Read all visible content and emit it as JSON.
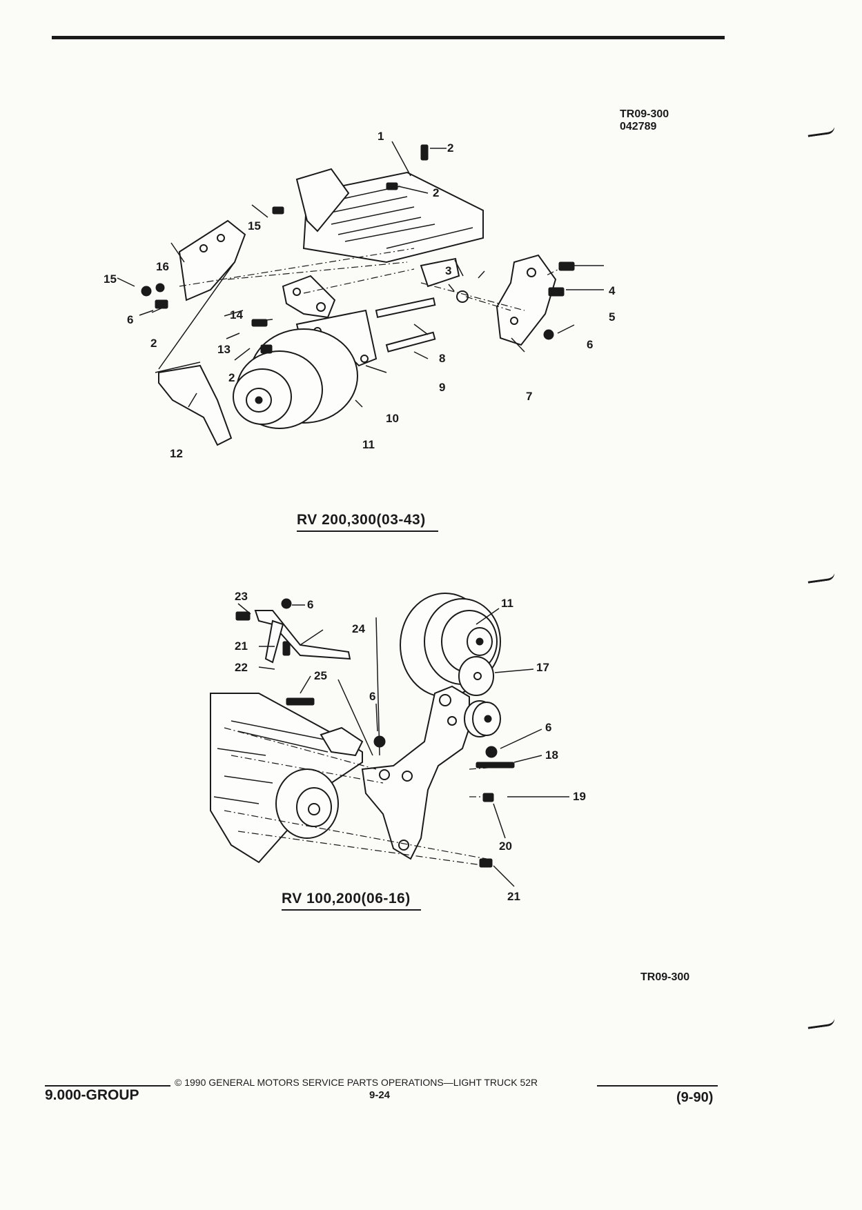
{
  "header": {
    "figure_id_line1": "TR09-300",
    "figure_id_line2": "042789"
  },
  "diagram_top": {
    "caption": "RV 200,300(03-43)",
    "callouts": [
      "1",
      "2",
      "2",
      "15",
      "16",
      "15",
      "6",
      "2",
      "14",
      "13",
      "2",
      "3",
      "4",
      "5",
      "6",
      "7",
      "8",
      "9",
      "10",
      "11",
      "12"
    ]
  },
  "diagram_bottom": {
    "caption": "RV 100,200(06-16)",
    "callouts": [
      "23",
      "6",
      "24",
      "21",
      "22",
      "25",
      "6",
      "11",
      "17",
      "6",
      "18",
      "19",
      "20",
      "21"
    ]
  },
  "figure_ref": "TR09-300",
  "footer": {
    "copyright": "© 1990 GENERAL MOTORS SERVICE PARTS OPERATIONS—LIGHT TRUCK 52R",
    "group": "9.000-GROUP",
    "page": "9-24",
    "date": "(9-90)"
  }
}
